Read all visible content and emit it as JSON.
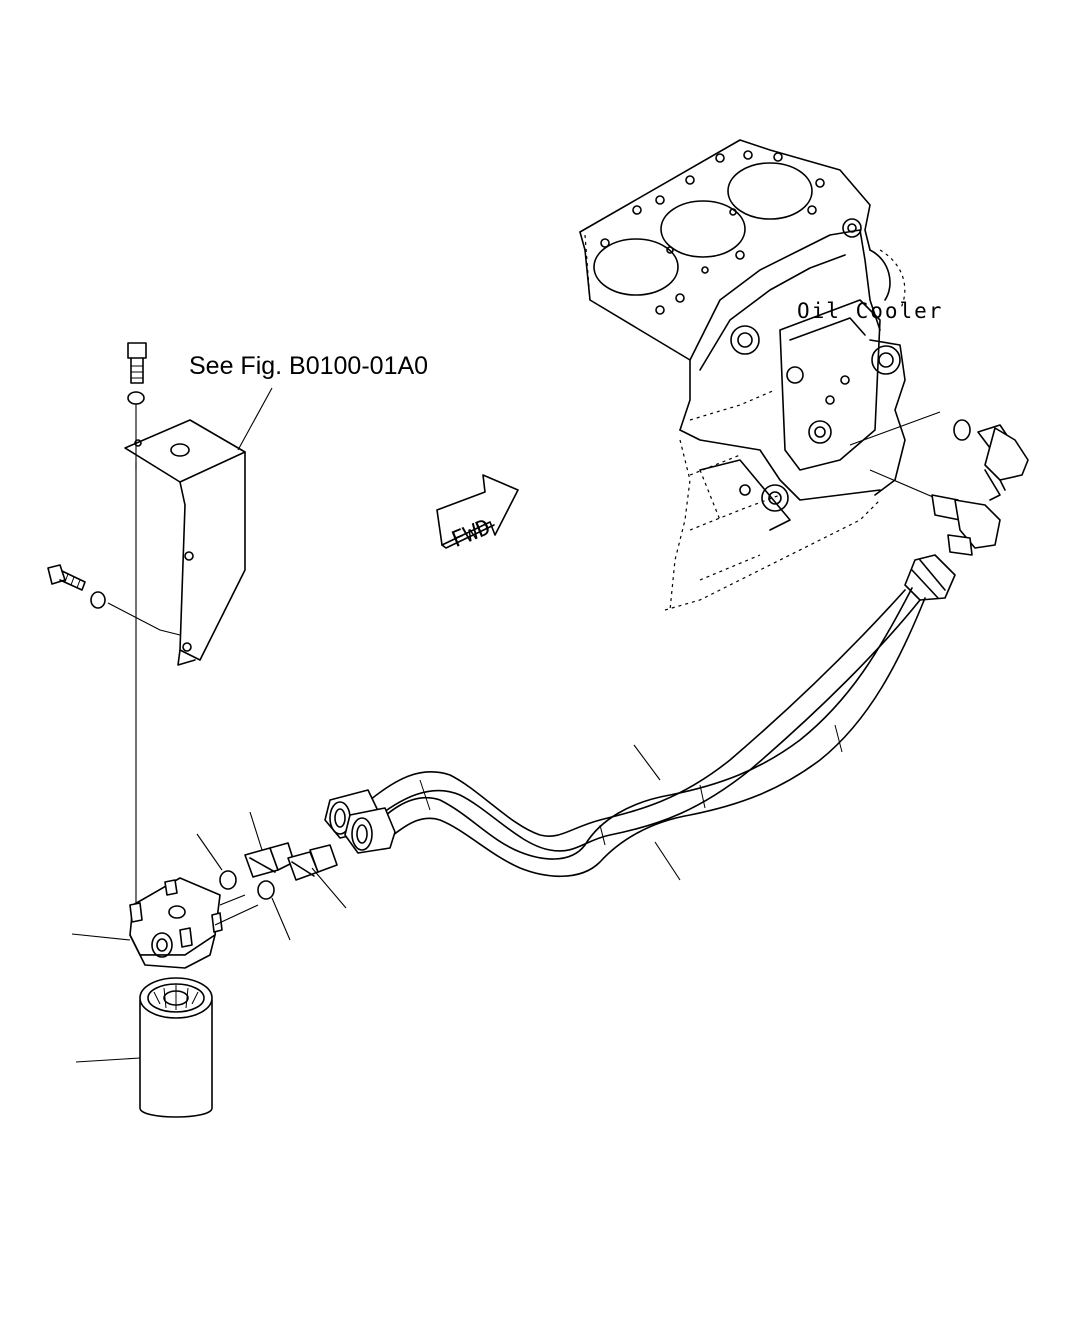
{
  "labels": {
    "see_fig": "See Fig. B0100-01A0",
    "oil_cooler": "Oil Cooler",
    "fwd": "FWD"
  },
  "colors": {
    "line": "#000000",
    "background": "#ffffff"
  }
}
